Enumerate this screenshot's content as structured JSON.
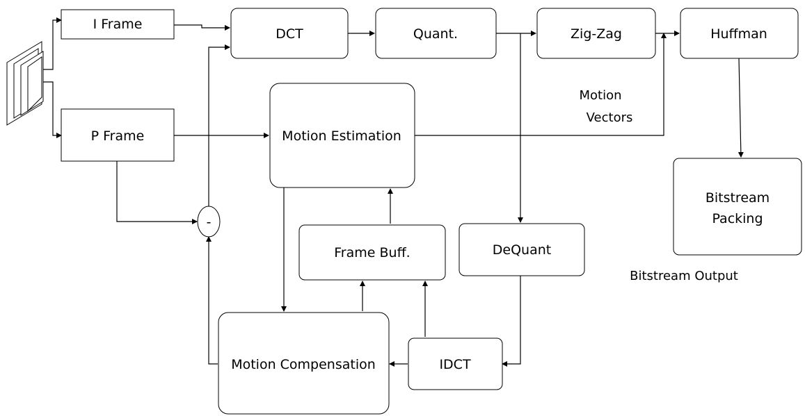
{
  "nodes": {
    "i_frame": "I Frame",
    "p_frame": "P Frame",
    "dct": "DCT",
    "quant": "Quant.",
    "zigzag": "Zig-Zag",
    "huffman": "Huffman",
    "motion_estimation": "Motion Estimation",
    "frame_buff": "Frame Buff.",
    "dequant": "DeQuant",
    "idct": "IDCT",
    "motion_compensation": "Motion Compensation",
    "bitstream_packing_line1": "Bitstream",
    "bitstream_packing_line2": "Packing",
    "subtract": "-"
  },
  "labels": {
    "motion_vectors_line1": "Motion",
    "motion_vectors_line2": "Vectors",
    "bitstream_output": "Bitstream Output"
  },
  "colors": {
    "stroke": "#000000",
    "background": "#ffffff"
  }
}
